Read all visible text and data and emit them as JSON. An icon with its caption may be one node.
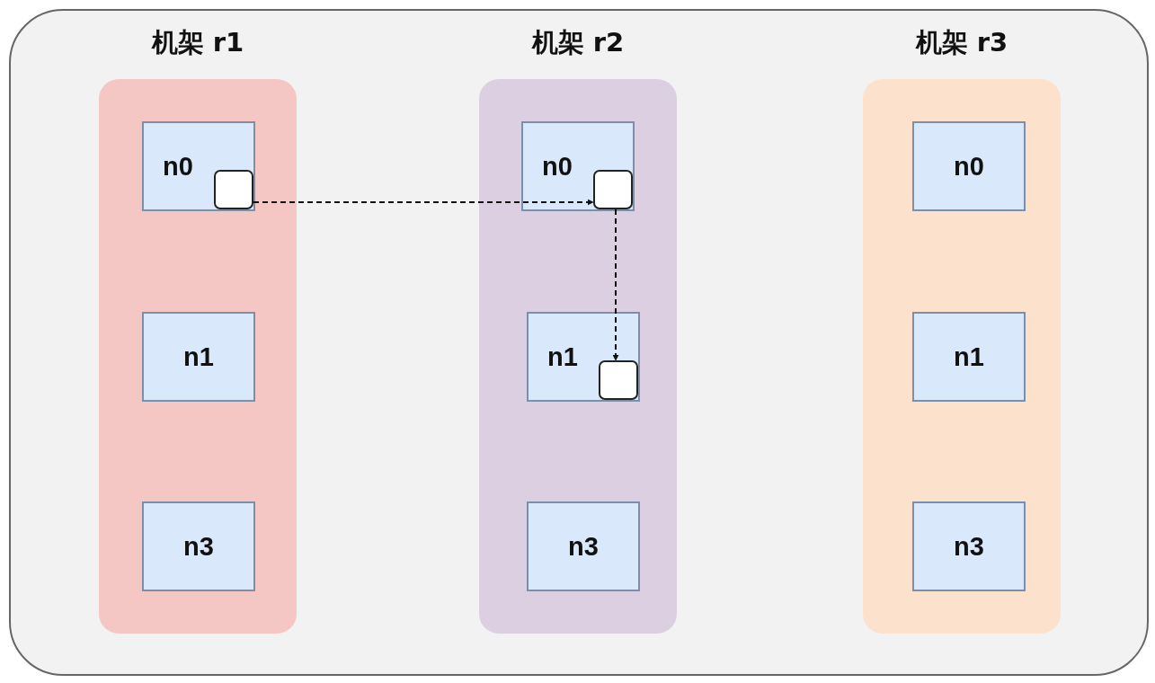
{
  "diagram": {
    "nodes": [
      {
        "text": [
          "机架 r1"
        ]
      },
      {
        "text": [
          "n0"
        ],
        "in": 0
      },
      {
        "text": [
          "n1"
        ],
        "in": 0
      },
      {
        "text": [
          "n3"
        ],
        "in": 0
      },
      {
        "text": [
          "机架 r2"
        ]
      },
      {
        "text": [
          "n0"
        ],
        "in": 4
      },
      {
        "text": [
          "n1"
        ],
        "in": 4
      },
      {
        "text": [
          "n3"
        ],
        "in": 4
      },
      {
        "text": [
          "机架 r3"
        ]
      },
      {
        "text": [
          "n0"
        ],
        "in": 8
      },
      {
        "text": [
          "n1"
        ],
        "in": 8
      },
      {
        "text": [
          "n3"
        ],
        "in": 8
      },
      {
        "text": [],
        "shape": "box",
        "in": 1
      },
      {
        "text": [],
        "shape": "box",
        "in": 5
      },
      {
        "text": [],
        "shape": "box",
        "in": 6
      }
    ],
    "edges": [
      {
        "from": 12,
        "to": 13,
        "arrow": "to",
        "style": "dashed"
      },
      {
        "from": 13,
        "to": 14,
        "arrow": "to",
        "style": "dashed"
      }
    ]
  }
}
